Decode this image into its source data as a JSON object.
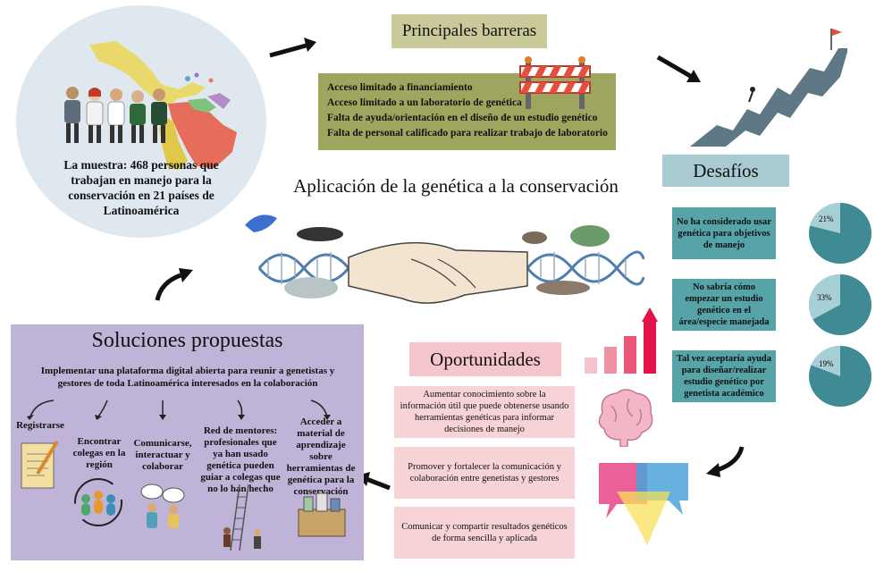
{
  "sample": {
    "text": "La muestra: 468 personas que trabajan en manejo para la conservación en 21 países de Latinoamérica"
  },
  "barriers": {
    "title": "Principales barreras",
    "items": [
      "Acceso limitado a financiamiento",
      "Acceso limitado a un laboratorio de genética",
      "Falta de ayuda/orientación en el diseño de un estudio genético",
      "Falta de personal calificado para realizar trabajo de laboratorio"
    ]
  },
  "main_title": "Aplicación de la genética a la conservación",
  "challenges": {
    "title": "Desafíos",
    "items": [
      {
        "text": "No ha considerado usar genética para objetivos de manejo",
        "percent_label": "21%",
        "percent": 21
      },
      {
        "text": "No sabría cómo empezar un estudio genético en el área/especie manejada",
        "percent_label": "33%",
        "percent": 33
      },
      {
        "text": "Tal vez aceptaría ayuda para diseñar/realizar estudio genético por genetista académico",
        "percent_label": "19%",
        "percent": 19
      }
    ],
    "colors": {
      "pie_main": "#3f8a93",
      "pie_slice": "#a9cfd6"
    }
  },
  "opportunities": {
    "title": "Oportunidades",
    "items": [
      "Aumentar conocimiento sobre la información útil que puede obtenerse usando herramientas genéticas para informar decisiones de manejo",
      "Promover y fortalecer la comunicación y colaboración entre genetistas y gestores",
      "Comunicar y compartir resultados genéticos de forma sencilla y aplicada"
    ]
  },
  "solutions": {
    "title": "Soluciones propuestas",
    "subtitle": "Implementar una plataforma digital abierta para reunir a genetistas y gestores de toda Latinoamérica interesados en la colaboración",
    "items": [
      "Registrarse",
      "Encontrar colegas en la región",
      "Comunicarse, interactuar y colaborar",
      "Red de mentores: profesionales que ya han usado genética pueden guiar a colegas que no lo han hecho",
      "Acceder a material de aprendizaje sobre herramientas de genética para la conservación"
    ]
  },
  "icons": [
    "latin-america-map",
    "people-group",
    "roadblock",
    "mountain-climb",
    "dna-handshake",
    "bar-chart-up",
    "brain",
    "speech-bubbles",
    "notepad",
    "people-circle",
    "talking-people",
    "ladder-mentor",
    "learning-box",
    "arrow"
  ]
}
